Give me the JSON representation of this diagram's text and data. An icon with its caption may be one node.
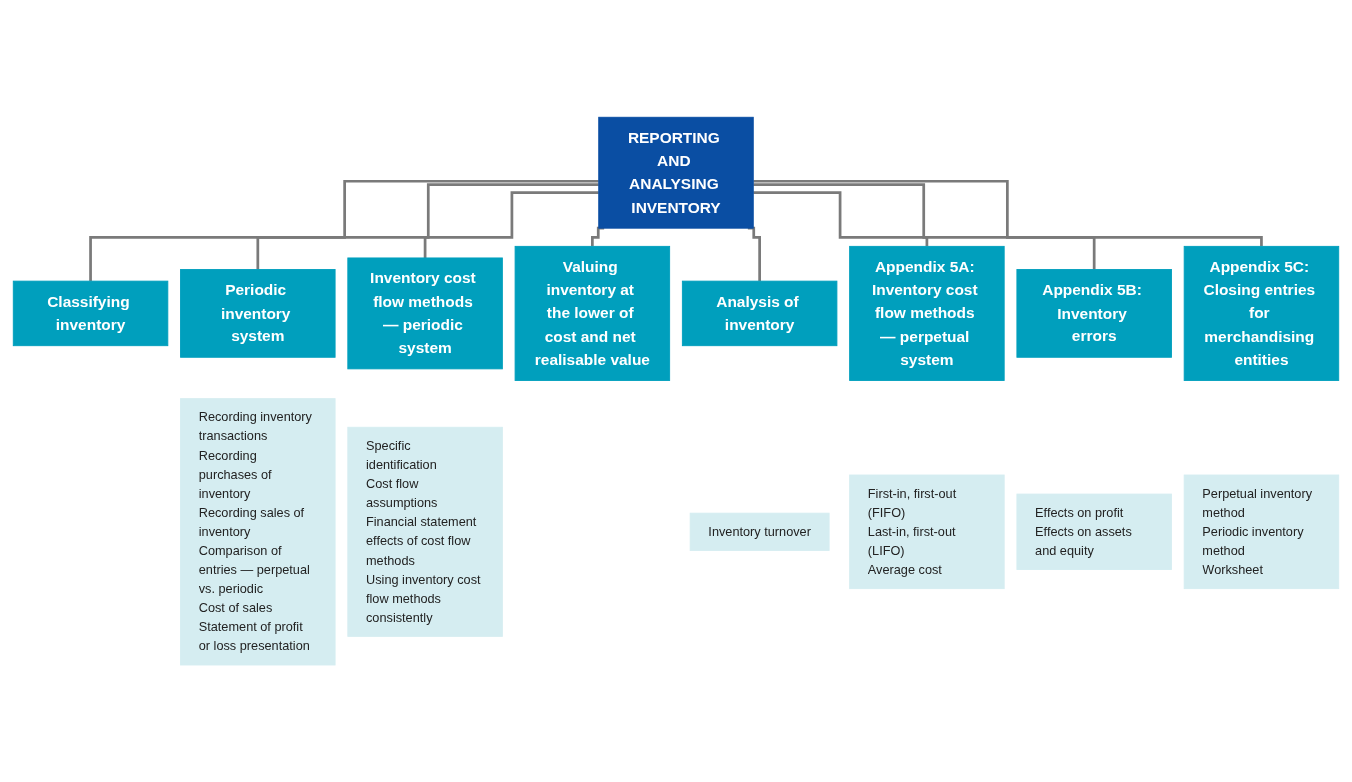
{
  "diagram": {
    "nodes": [
      {
        "text": [
          "REPORTING AND ANALYSING INVENTORY"
        ]
      },
      {
        "text": [
          "Classifying inventory"
        ]
      },
      {
        "text": [
          "Periodic inventory system"
        ]
      },
      {
        "text": [
          "Inventory cost flow methods — periodic system"
        ]
      },
      {
        "text": [
          "Valuing inventory at the lower of cost and net realisable value"
        ]
      },
      {
        "text": [
          "Analysis of inventory"
        ]
      },
      {
        "text": [
          "Appendix 5A: Inventory cost flow methods — perpetual system"
        ]
      },
      {
        "text": [
          "Appendix 5B: Inventory errors"
        ]
      },
      {
        "text": [
          "Appendix 5C: Closing entries for merchandising entities"
        ]
      },
      {
        "text": [
          "Recording inventory transactions",
          "Recording purchases of inventory",
          "Recording sales of inventory",
          "Comparison of entries — perpetual vs. periodic",
          "Cost of sales",
          "Statement of profit or loss presentation"
        ]
      },
      {
        "text": [
          "Specific identification",
          "Cost flow assumptions",
          "Financial statement effects of cost flow methods",
          "Using inventory cost flow methods consistently"
        ]
      },
      {
        "text": [
          "Inventory turnover"
        ]
      },
      {
        "text": [
          "First-in, first-out (FIFO)",
          "Last-in, first-out (LIFO)",
          "Average cost"
        ]
      },
      {
        "text": [
          "Effects on profit",
          "Effects on assets and equity"
        ]
      },
      {
        "text": [
          "Perpetual inventory method",
          "Periodic inventory method",
          "Worksheet"
        ]
      }
    ],
    "edges": [
      {
        "from": 0,
        "to": 1,
        "arrow": "none"
      },
      {
        "from": 0,
        "to": 2,
        "arrow": "none"
      },
      {
        "from": 0,
        "to": 3,
        "arrow": "none"
      },
      {
        "from": 0,
        "to": 4,
        "arrow": "none"
      },
      {
        "from": 0,
        "to": 5,
        "arrow": "none"
      },
      {
        "from": 0,
        "to": 6,
        "arrow": "none"
      },
      {
        "from": 0,
        "to": 7,
        "arrow": "none"
      },
      {
        "from": 0,
        "to": 8,
        "arrow": "none"
      }
    ]
  }
}
